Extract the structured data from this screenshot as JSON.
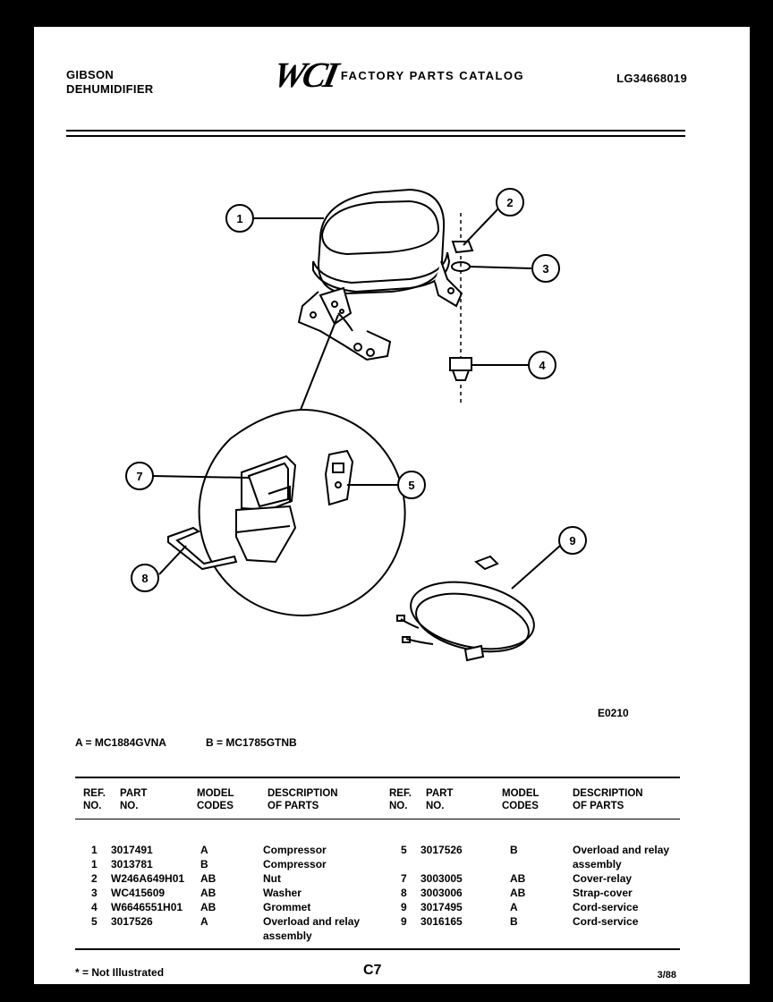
{
  "header": {
    "brand_line1": "GIBSON",
    "brand_line2": "DEHUMIDIFIER",
    "logo_text": "WCI",
    "catalog_title": "FACTORY PARTS CATALOG",
    "catalog_number": "LG34668019"
  },
  "diagram": {
    "code": "E0210",
    "callouts": [
      "1",
      "2",
      "3",
      "4",
      "5",
      "7",
      "8",
      "9"
    ]
  },
  "models": {
    "a": "A = MC1884GVNA",
    "b": "B = MC1785GTNB"
  },
  "table": {
    "headers": {
      "ref": [
        "REF.",
        "NO."
      ],
      "part": [
        "PART",
        "NO."
      ],
      "model": [
        "MODEL",
        "CODES"
      ],
      "desc": [
        "DESCRIPTION",
        "OF PARTS"
      ]
    },
    "left_rows": [
      {
        "ref": "1",
        "part": "3017491",
        "model": "A",
        "desc": "Compressor",
        "desc2": ""
      },
      {
        "ref": "1",
        "part": "3013781",
        "model": "B",
        "desc": "Compressor",
        "desc2": ""
      },
      {
        "ref": "2",
        "part": "W246A649H01",
        "model": "AB",
        "desc": "Nut",
        "desc2": ""
      },
      {
        "ref": "3",
        "part": "WC415609",
        "model": "AB",
        "desc": "Washer",
        "desc2": ""
      },
      {
        "ref": "4",
        "part": "W6646551H01",
        "model": "AB",
        "desc": "Grommet",
        "desc2": ""
      },
      {
        "ref": "5",
        "part": "3017526",
        "model": "A",
        "desc": "Overload and relay",
        "desc2": "assembly"
      }
    ],
    "right_rows": [
      {
        "ref": "5",
        "part": "3017526",
        "model": "B",
        "desc": "Overload and relay",
        "desc2": "assembly"
      },
      {
        "ref": "7",
        "part": "3003005",
        "model": "AB",
        "desc": "Cover-relay",
        "desc2": ""
      },
      {
        "ref": "8",
        "part": "3003006",
        "model": "AB",
        "desc": "Strap-cover",
        "desc2": ""
      },
      {
        "ref": "9",
        "part": "3017495",
        "model": "A",
        "desc": "Cord-service",
        "desc2": ""
      },
      {
        "ref": "9",
        "part": "3016165",
        "model": "B",
        "desc": "Cord-service",
        "desc2": ""
      }
    ]
  },
  "footer": {
    "note": "* = Not Illustrated",
    "page": "C7",
    "date": "3/88"
  }
}
